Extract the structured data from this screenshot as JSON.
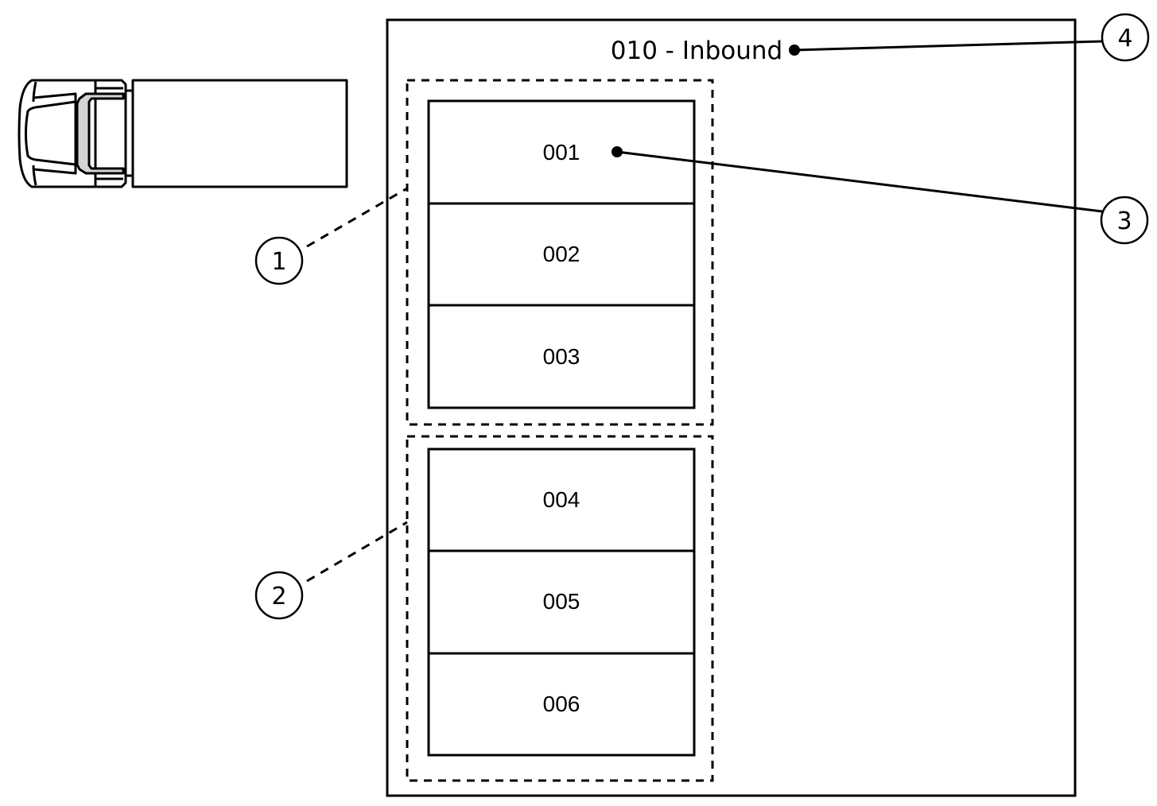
{
  "diagram": {
    "area": {
      "label": "010 - Inbound"
    },
    "groups": [
      {
        "id": "group-1",
        "slots": [
          "001",
          "002",
          "003"
        ]
      },
      {
        "id": "group-2",
        "slots": [
          "004",
          "005",
          "006"
        ]
      }
    ],
    "callouts": [
      {
        "number": "1",
        "target": "group-1",
        "line_style": "dashed"
      },
      {
        "number": "2",
        "target": "group-2",
        "line_style": "dashed"
      },
      {
        "number": "3",
        "target": "slot-001",
        "line_style": "solid"
      },
      {
        "number": "4",
        "target": "area-label",
        "line_style": "solid"
      }
    ],
    "vehicle": {
      "type": "truck",
      "accent_color": "#d4d4d4"
    },
    "colors": {
      "stroke": "#000000",
      "background": "#ffffff"
    }
  }
}
